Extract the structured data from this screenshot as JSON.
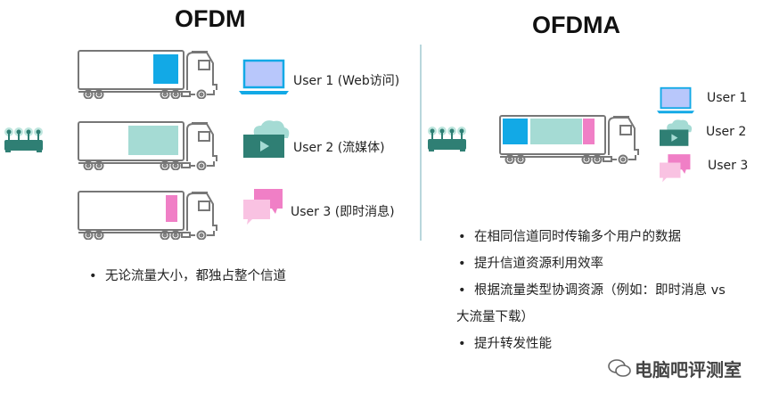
{
  "ofdm": {
    "title": "OFDM",
    "users": [
      {
        "label": "User 1 (Web访问)",
        "icon": "laptop-icon"
      },
      {
        "label": "User 2 (流媒体)",
        "icon": "video-cloud-icon"
      },
      {
        "label": "User 3 (即时消息)",
        "icon": "chat-icon"
      }
    ],
    "bullets": [
      "无论流量大小，都独占整个信道"
    ]
  },
  "ofdma": {
    "title": "OFDMA",
    "users": [
      {
        "label": "User 1",
        "icon": "laptop-icon"
      },
      {
        "label": "User 2",
        "icon": "video-cloud-icon"
      },
      {
        "label": "User 3",
        "icon": "chat-icon"
      }
    ],
    "bullets": [
      "在相同信道同时传输多个用户的数据",
      "提升信道资源利用效率",
      "根据流量类型协调资源（例如：即时消息 vs",
      "大流量下载）",
      "提升转发性能"
    ]
  },
  "colors": {
    "user1": "#12a9e6",
    "user2": "#a5dbd4",
    "user3": "#f07fc6",
    "router": "#2f7f74",
    "truck": "#7a7a7a"
  },
  "watermark": "电脑吧评测室"
}
